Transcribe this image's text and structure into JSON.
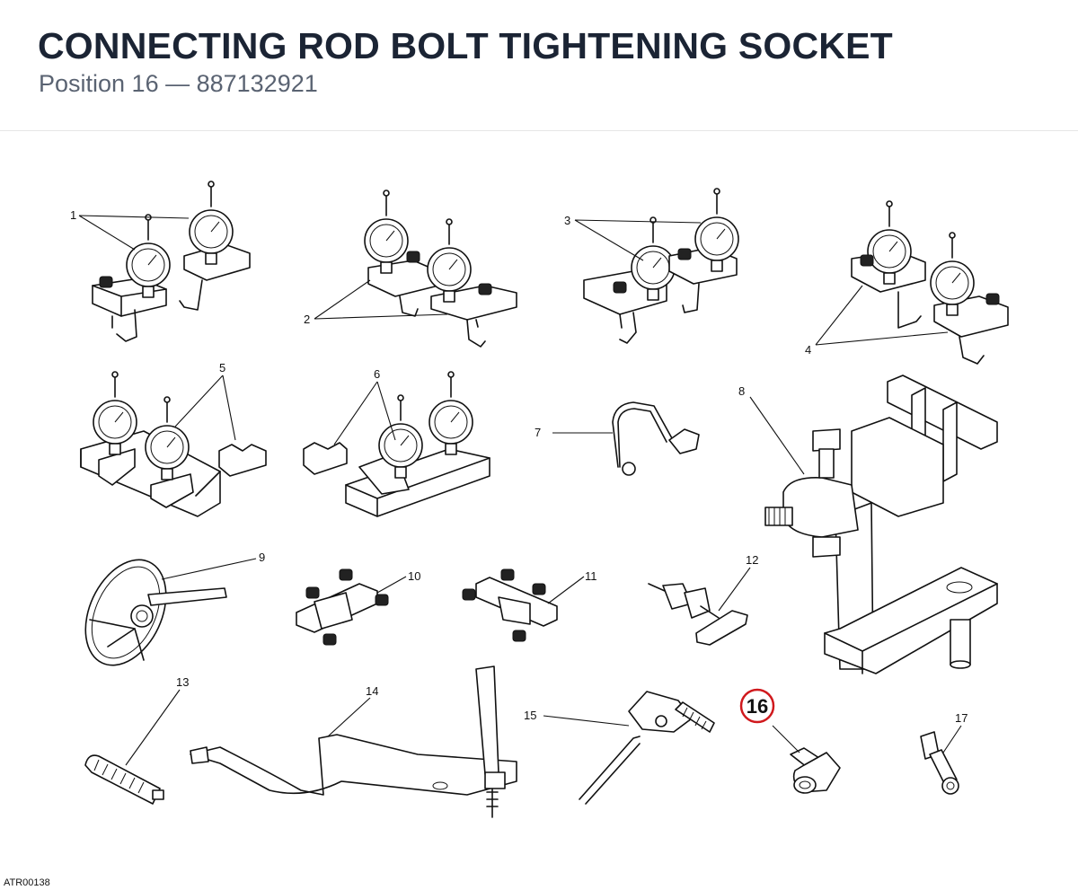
{
  "header": {
    "title": "CONNECTING ROD BOLT TIGHTENING SOCKET",
    "subtitle": "Position 16 — 887132921"
  },
  "diagram": {
    "highlight_color": "#d0191d",
    "highlighted": "16",
    "callouts": [
      "1",
      "2",
      "3",
      "4",
      "5",
      "6",
      "7",
      "8",
      "9",
      "10",
      "11",
      "12",
      "13",
      "14",
      "15",
      "16",
      "17"
    ]
  },
  "footer": {
    "code": "ATR00138"
  }
}
